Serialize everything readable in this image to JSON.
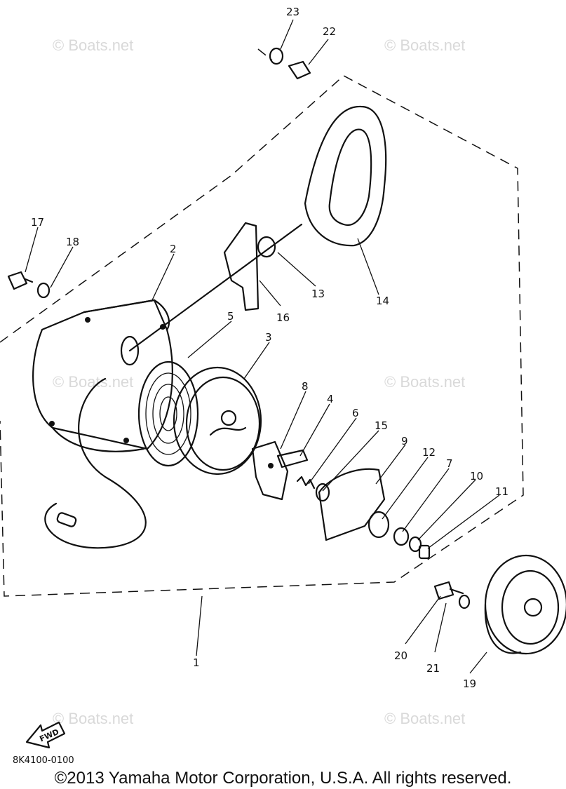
{
  "diagram": {
    "part_numbers": [
      "1",
      "2",
      "3",
      "4",
      "5",
      "6",
      "7",
      "8",
      "9",
      "10",
      "11",
      "12",
      "13",
      "14",
      "15",
      "16",
      "17",
      "18",
      "19",
      "20",
      "21",
      "22",
      "23"
    ],
    "watermark": "© Boats.net",
    "fwd_label": "FWD",
    "drawing_code": "8K4100-0100",
    "copyright": "©2013 Yamaha Motor Corporation, U.S.A. All rights reserved."
  },
  "colors": {
    "ink": "#111111",
    "watermark": "#d9d9d9",
    "background": "#ffffff"
  }
}
